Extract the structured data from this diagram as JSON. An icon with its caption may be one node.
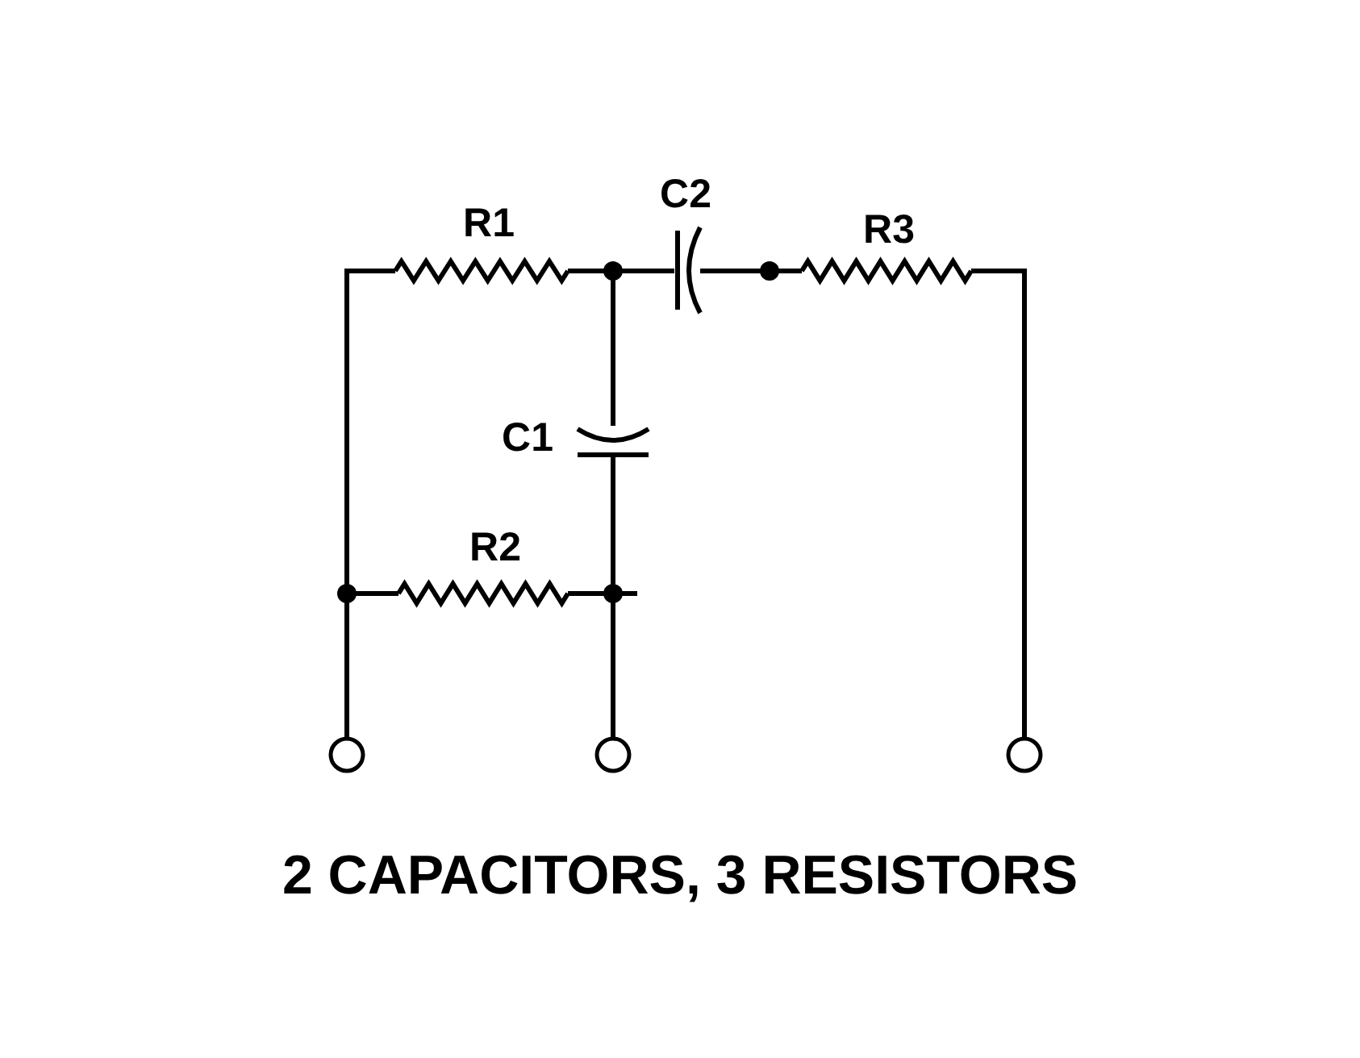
{
  "diagram": {
    "caption": "2 CAPACITORS, 3 RESISTORS",
    "labels": [
      "R1",
      "C2",
      "R3",
      "C1",
      "R2"
    ]
  }
}
